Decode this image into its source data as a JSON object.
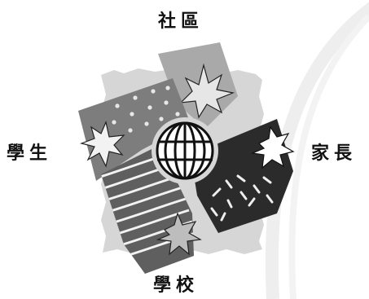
{
  "labels": {
    "top": "社區",
    "left": "學生",
    "right": "家長",
    "bottom": "學校"
  },
  "colors": {
    "background_arc": "#eeeeee",
    "backdrop_square": "#d6d6d6",
    "panel_light": "#a9a9a9",
    "panel_mid": "#7d7d7d",
    "panel_dark": "#3f3f3f",
    "panel_darkest": "#2b2b2b",
    "text": "#111111"
  },
  "icons": [
    "globe-icon",
    "starburst-icon"
  ]
}
